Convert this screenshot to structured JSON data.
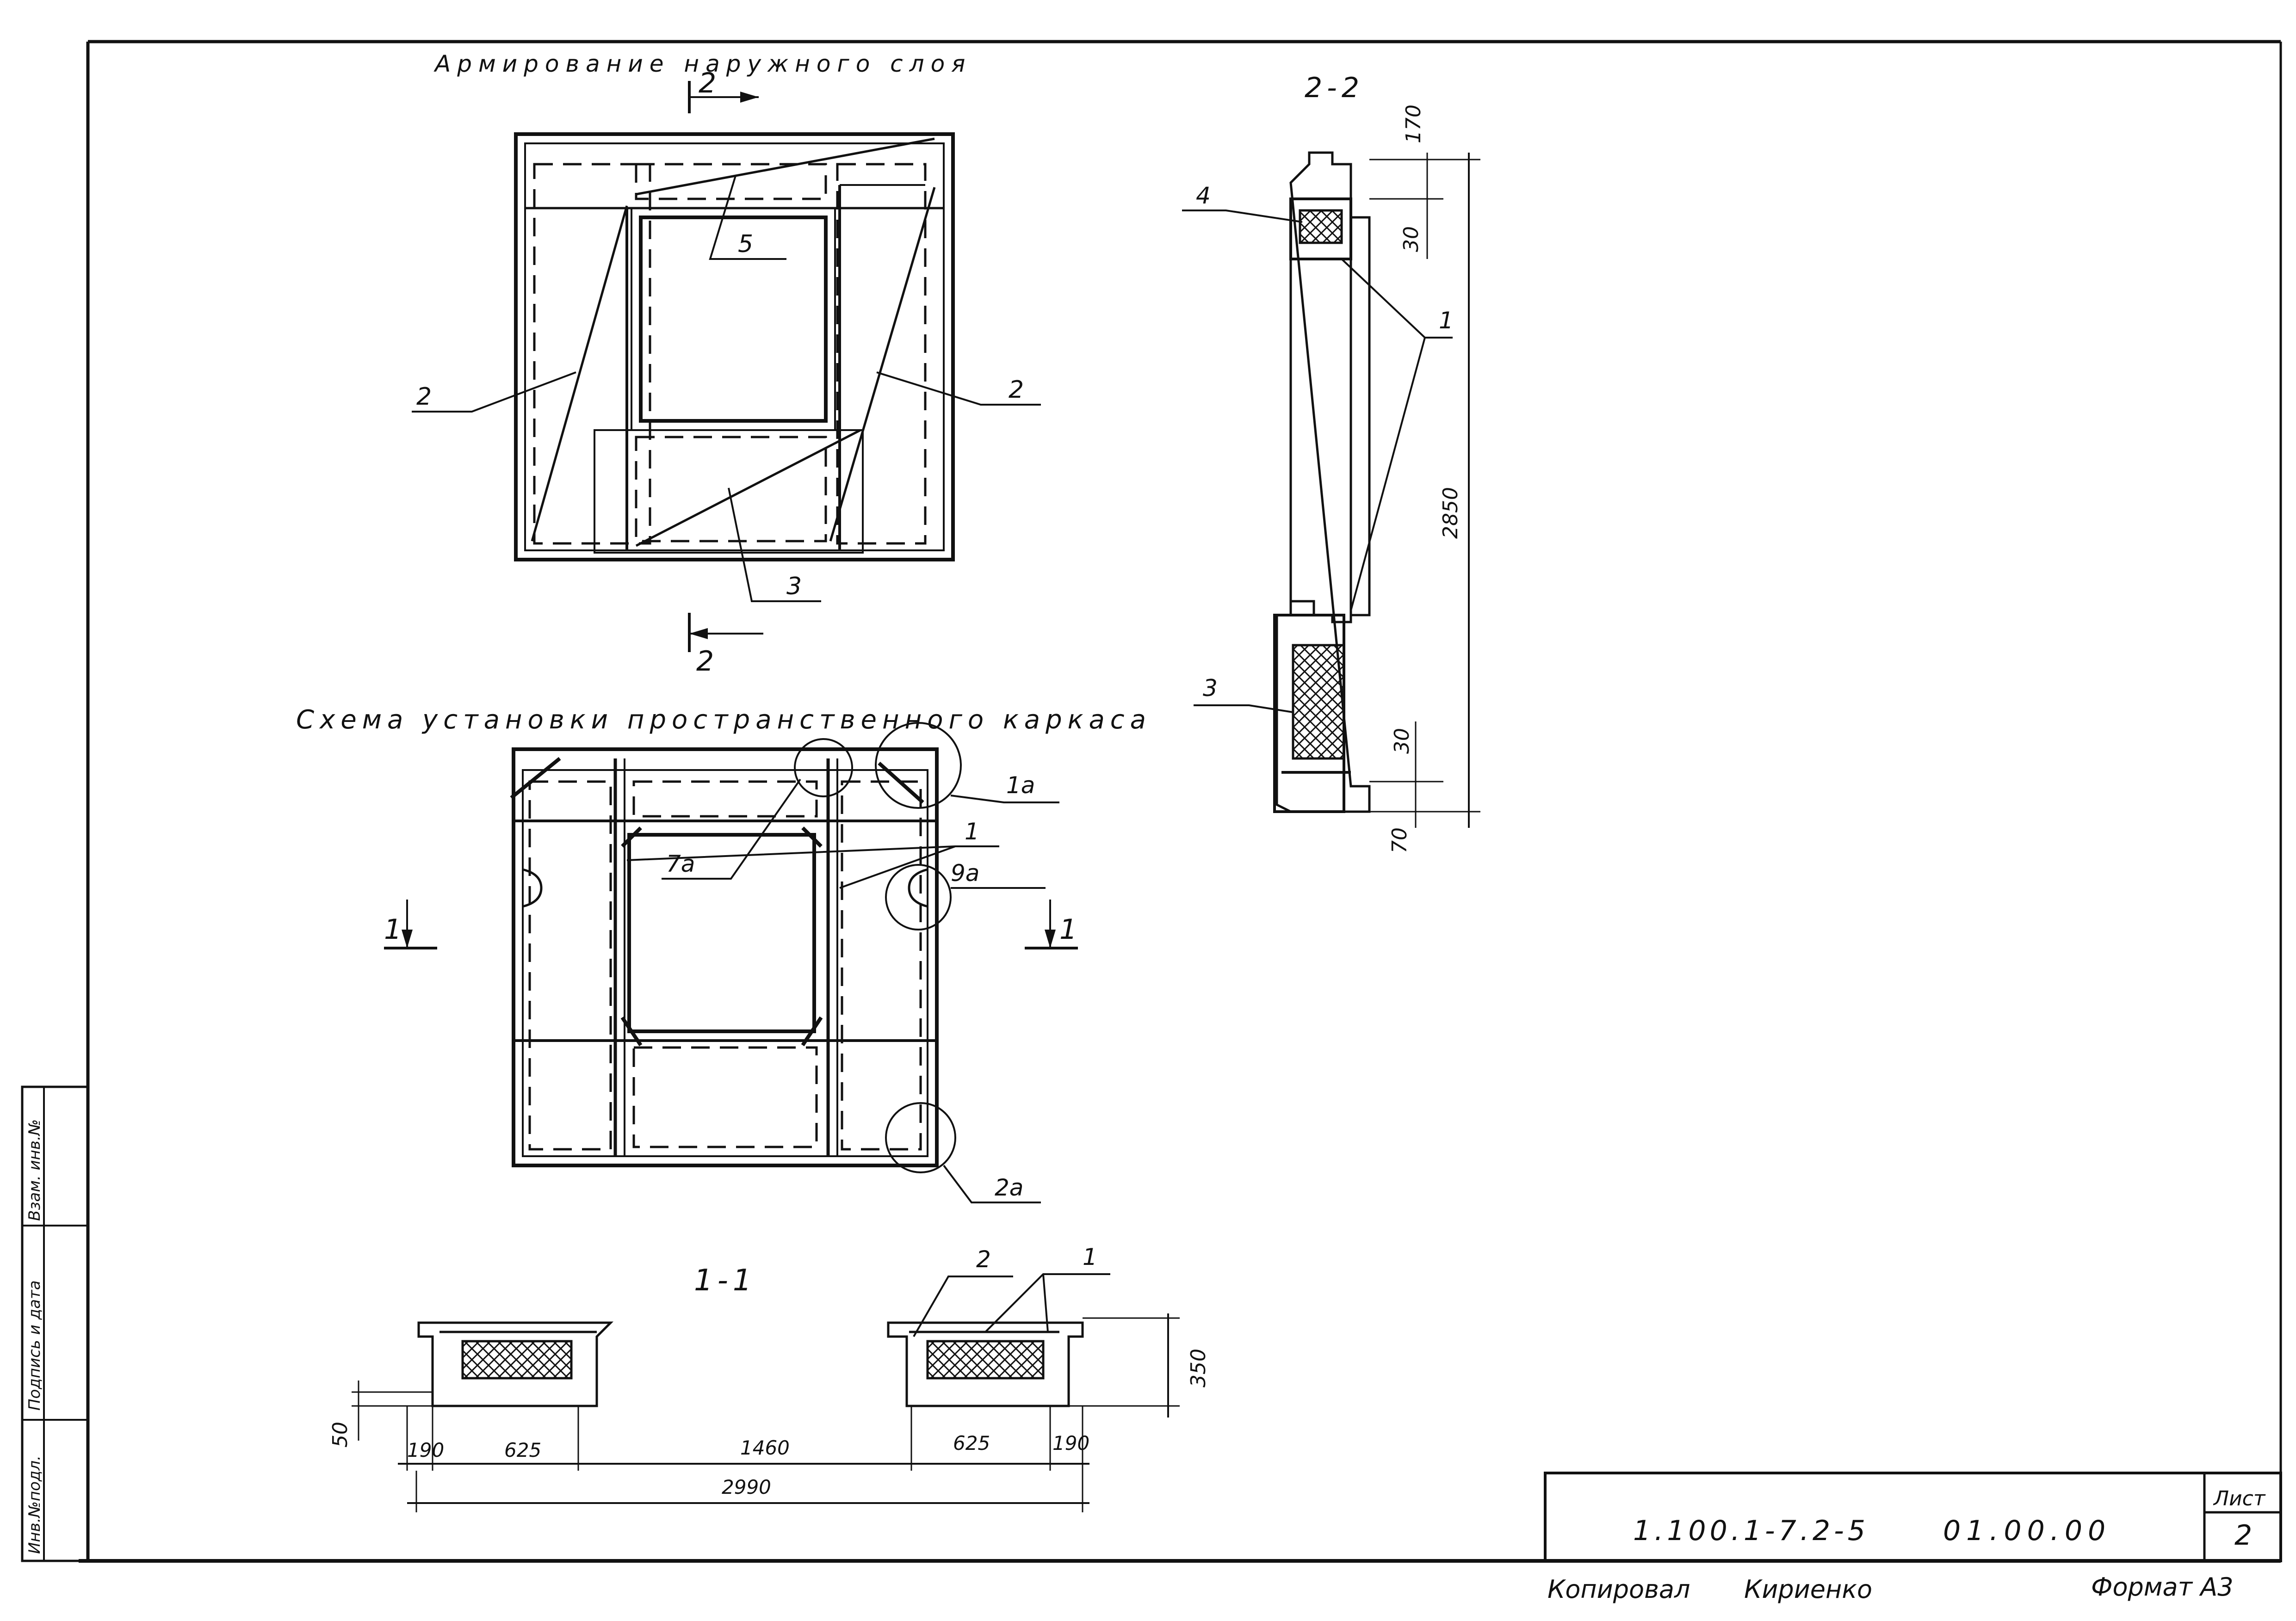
{
  "views": {
    "outer_layer": {
      "title": "Армирование наружного слоя",
      "section_mark": "2",
      "callouts": [
        "5",
        "2",
        "2",
        "3"
      ]
    },
    "frame_scheme": {
      "title": "Схема установки пространственного каркаса",
      "section_mark": "1",
      "callouts": [
        "1а",
        "1",
        "7а",
        "9а",
        "2а"
      ]
    },
    "section_2_2": {
      "title": "2-2",
      "callouts": [
        "4",
        "1",
        "3"
      ],
      "dims": [
        "170",
        "30",
        "2850",
        "30",
        "70"
      ]
    },
    "section_1_1": {
      "title": "1-1",
      "callouts": [
        "2",
        "1"
      ],
      "dims": [
        "350",
        "50",
        "190",
        "625",
        "1460",
        "625",
        "190",
        "2990"
      ]
    }
  },
  "side_stamp": [
    "Инв.№подл.",
    "Подпись и дата",
    "Взам. инв.№"
  ],
  "title_block": {
    "designation": "1.100.1-7.2-5",
    "code": "01.00.00",
    "sheet_label": "Лист",
    "sheet_number": "2"
  },
  "footer": {
    "copied_label": "Копировал",
    "copied_name": "Кириенко",
    "format": "Формат А3"
  }
}
